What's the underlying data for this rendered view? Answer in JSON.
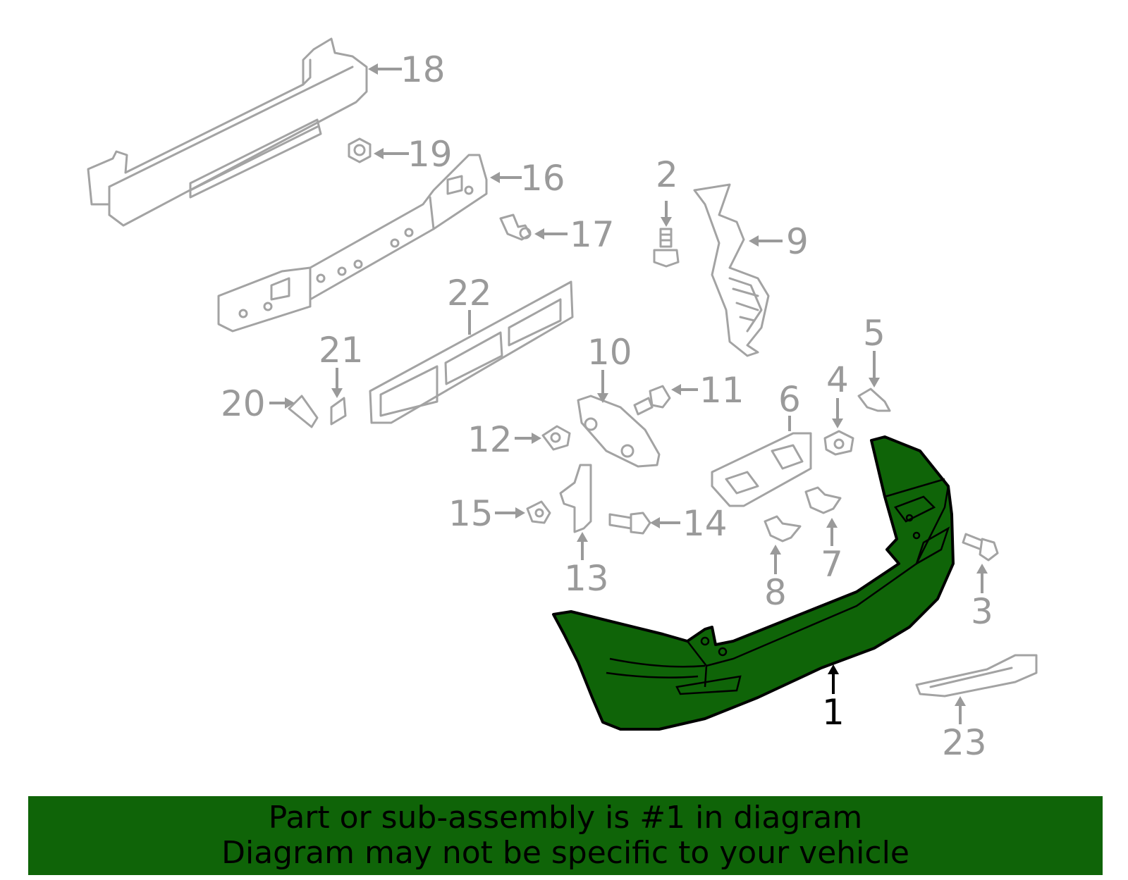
{
  "callouts": {
    "c1": "1",
    "c2": "2",
    "c3": "3",
    "c4": "4",
    "c5": "5",
    "c6": "6",
    "c7": "7",
    "c8": "8",
    "c9": "9",
    "c10": "10",
    "c11": "11",
    "c12": "12",
    "c13": "13",
    "c14": "14",
    "c15": "15",
    "c16": "16",
    "c17": "17",
    "c18": "18",
    "c19": "19",
    "c20": "20",
    "c21": "21",
    "c22": "22",
    "c23": "23"
  },
  "highlighted_part": "1",
  "colors": {
    "highlight_fill": "#0f6408",
    "part_outline": "#a3a3a3",
    "label_gray": "#9a9a9a",
    "banner_bg": "#0f6408"
  },
  "banner": {
    "line1": "Part or sub-assembly is #1 in diagram",
    "line2": "Diagram may not be specific to your vehicle"
  }
}
